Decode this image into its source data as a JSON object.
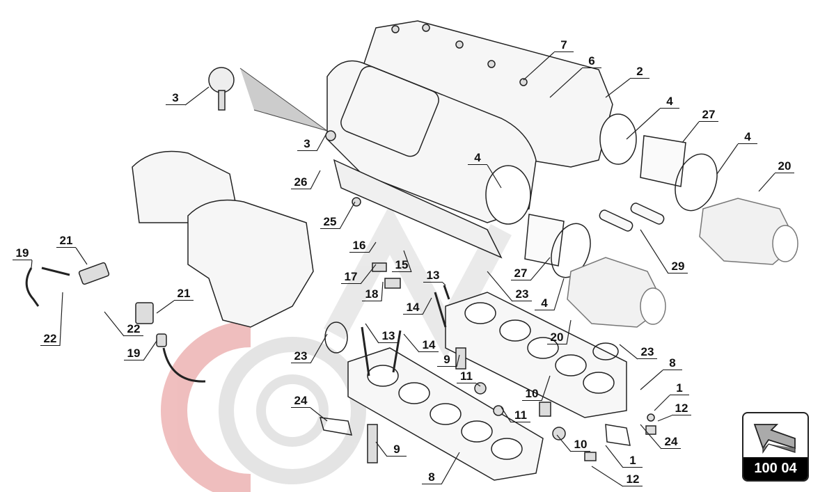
{
  "diagram": {
    "callouts": [
      "7",
      "6",
      "2",
      "3",
      "3",
      "4",
      "27",
      "4",
      "20",
      "4",
      "26",
      "25",
      "21",
      "19",
      "16",
      "15",
      "17",
      "18",
      "13",
      "23",
      "27",
      "4",
      "29",
      "14",
      "20",
      "21",
      "22",
      "22",
      "19",
      "13",
      "14",
      "23",
      "23",
      "9",
      "8",
      "11",
      "1",
      "10",
      "12",
      "24",
      "11",
      "9",
      "10",
      "1",
      "24",
      "12",
      "8"
    ],
    "reference_code": "100 04",
    "colors": {
      "line": "#222222",
      "part_fill": "#f4f4f4",
      "watermark_red": "#e8a0a0",
      "watermark_gray": "#d4d4d4"
    }
  }
}
